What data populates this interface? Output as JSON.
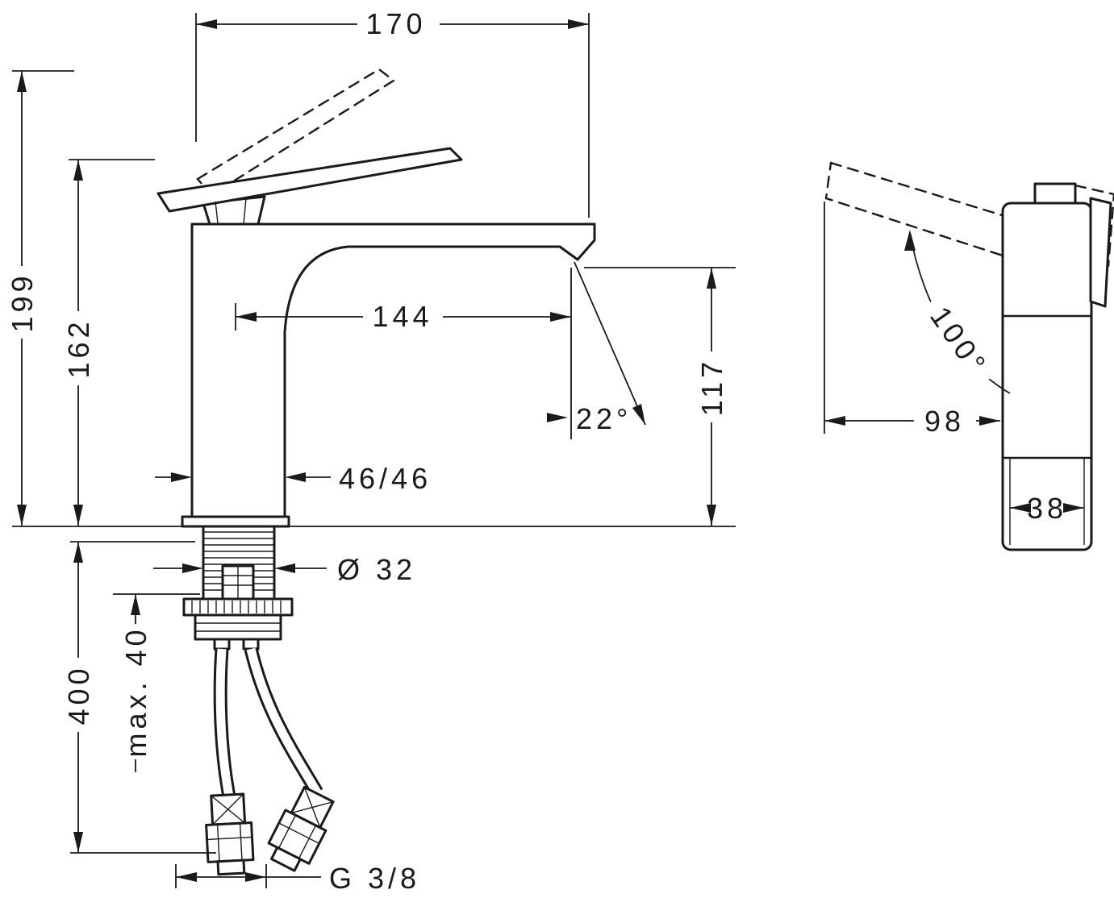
{
  "drawing": {
    "type": "technical-dimension-drawing",
    "views": {
      "front": {
        "dims": {
          "overall_width": "170",
          "overall_height": "199",
          "body_height": "162",
          "spout_reach": "144",
          "outlet_height": "117",
          "spray_angle": "22°",
          "body_cross_section": "46/46",
          "shank_diameter": "Ø 32",
          "hose_length": "400",
          "max_mounting_thickness": "max. 40",
          "connection_thread": "G 3/8"
        }
      },
      "side": {
        "dims": {
          "handle_swivel_angle": "100°",
          "depth": "98",
          "body_width": "38"
        }
      }
    },
    "colors": {
      "line": "#1a1a1a",
      "background": "#ffffff"
    }
  }
}
